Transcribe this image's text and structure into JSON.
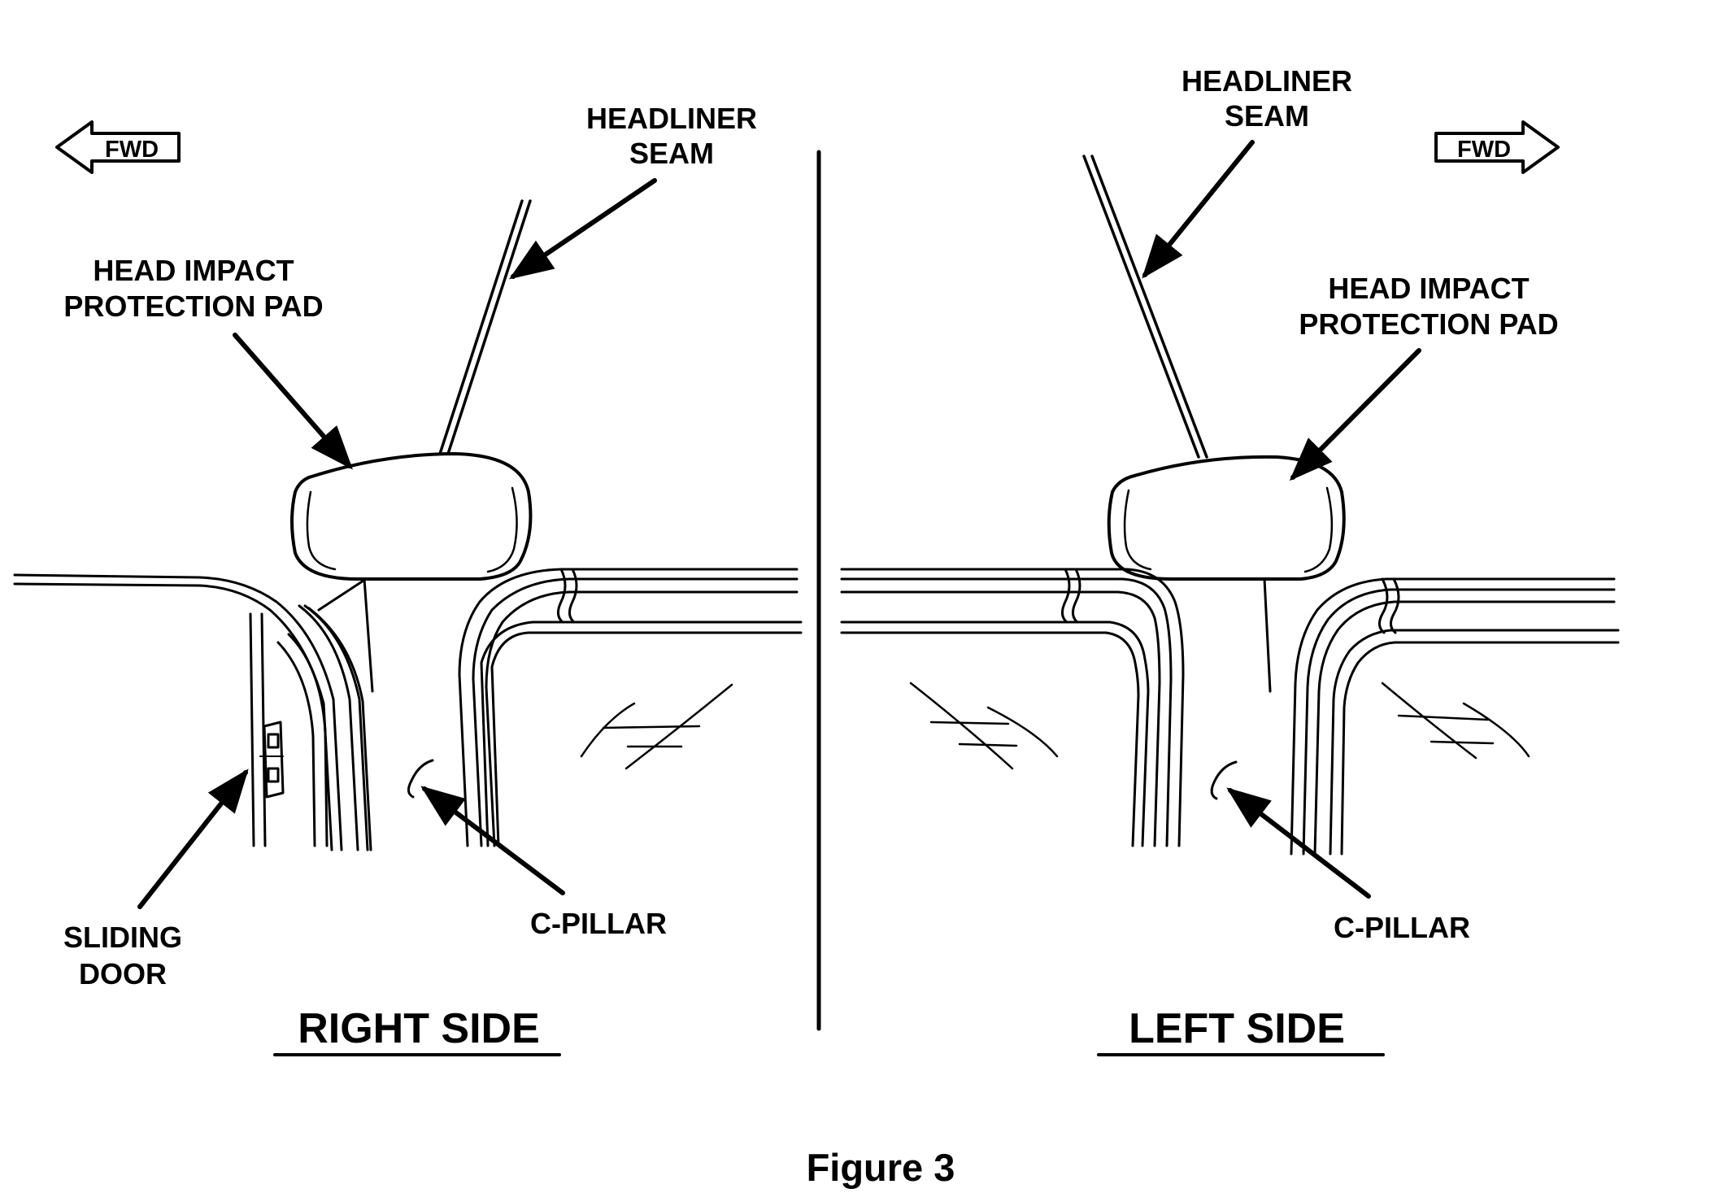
{
  "figure": {
    "caption": "Figure 3",
    "right_panel": {
      "title": "RIGHT SIDE",
      "fwd_label": "FWD",
      "headliner_seam": [
        "HEADLINER",
        "SEAM"
      ],
      "head_impact_pad": [
        "HEAD IMPACT",
        "PROTECTION PAD"
      ],
      "sliding_door": [
        "SLIDING",
        "DOOR"
      ],
      "c_pillar": "C-PILLAR"
    },
    "left_panel": {
      "title": "LEFT SIDE",
      "fwd_label": "FWD",
      "headliner_seam": [
        "HEADLINER",
        "SEAM"
      ],
      "head_impact_pad": [
        "HEAD IMPACT",
        "PROTECTION PAD"
      ],
      "c_pillar": "C-PILLAR"
    }
  }
}
